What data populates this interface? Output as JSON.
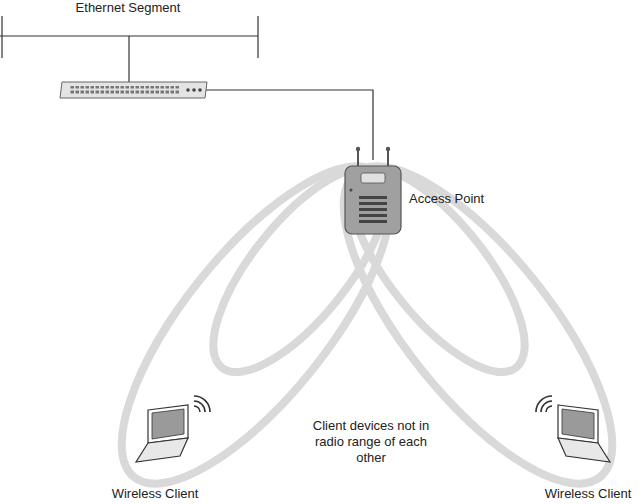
{
  "diagram": {
    "labels": [
      "Ethernet Segment",
      "Access Point",
      "Client devices not in radio range of each other",
      "Wireless Client",
      "Wireless Client"
    ]
  }
}
